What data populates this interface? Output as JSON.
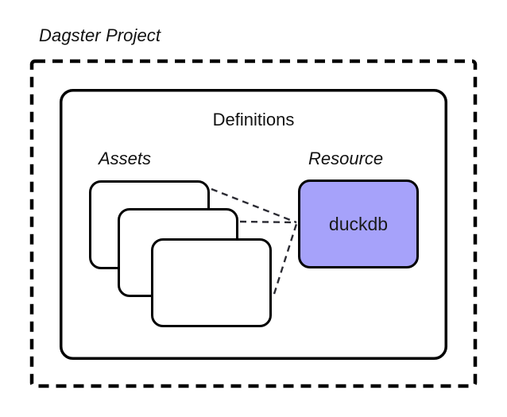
{
  "diagram": {
    "title": "Dagster Project",
    "container": {
      "label": "Definitions",
      "border_style": "dashed",
      "border_color": "#000000"
    },
    "sections": [
      {
        "id": "assets",
        "label": "Assets"
      },
      {
        "id": "resource",
        "label": "Resource"
      }
    ],
    "assets": {
      "label": "Assets",
      "cards": [
        {
          "id": "asset-card-1",
          "label": ""
        },
        {
          "id": "asset-card-2",
          "label": ""
        },
        {
          "id": "asset-card-3",
          "label": ""
        }
      ]
    },
    "resource": {
      "label": "Resource",
      "node": {
        "name": "duckdb",
        "fill_color": "#A6A2FA",
        "stroke_color": "#000000"
      }
    },
    "connectors": {
      "style": "dashed",
      "color": "#2b2b33",
      "count": 3,
      "from": "asset-cards",
      "to": "duckdb"
    },
    "colors": {
      "background": "#FFFFFF",
      "stroke": "#000000",
      "text": "#111111",
      "resource_fill": "#A6A2FA",
      "connector": "#2b2b33"
    }
  }
}
